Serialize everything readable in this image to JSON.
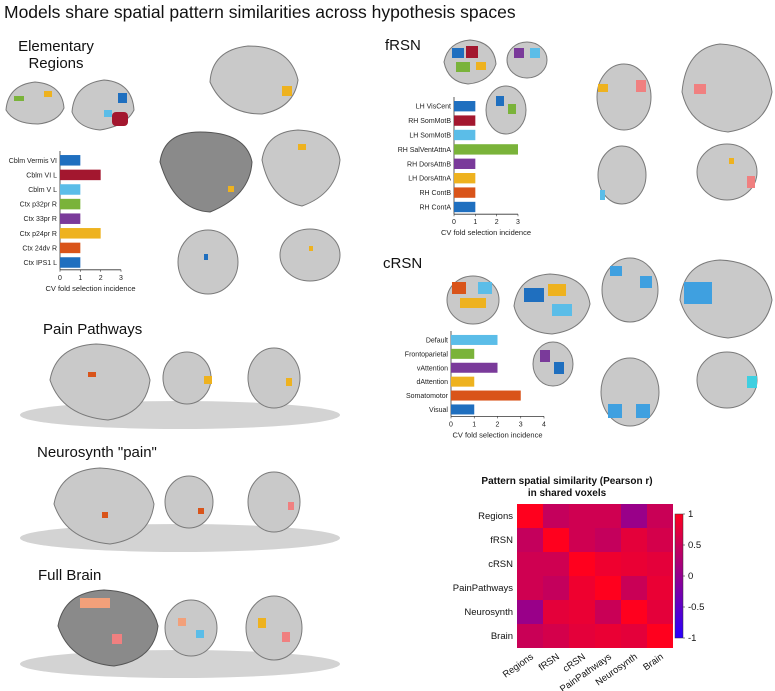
{
  "title": "Models share spatial pattern similarities across hypothesis spaces",
  "sections": {
    "elementary": "Elementary\nRegions",
    "frsn": "fRSN",
    "crsn": "cRSN",
    "pain": "Pain Pathways",
    "neurosynth": "Neurosynth \"pain\"",
    "fullbrain": "Full Brain"
  },
  "chart_data": [
    {
      "id": "elementary",
      "type": "bar",
      "orientation": "horizontal",
      "categories": [
        "Cblm Vermis VI",
        "Cblm VI L",
        "Cblm V L",
        "Ctx p32pr R",
        "Ctx 33pr R",
        "Ctx p24pr R",
        "Ctx 24dv R",
        "Ctx IPS1 L"
      ],
      "values": [
        1,
        2,
        1,
        1,
        1,
        2,
        1,
        1
      ],
      "colors": [
        "#1f6fbf",
        "#a3172f",
        "#5bbde8",
        "#7ab33a",
        "#7a3a9a",
        "#eeb21f",
        "#d9541a",
        "#1f6fbf"
      ],
      "xlabel": "CV fold selection incidence",
      "xticks": [
        "0",
        "1",
        "2",
        "3"
      ],
      "xlim": [
        0,
        3
      ]
    },
    {
      "id": "frsn",
      "type": "bar",
      "orientation": "horizontal",
      "categories": [
        "LH VisCent",
        "RH SomMotB",
        "LH SomMotB",
        "RH SalVentAttnA",
        "RH DorsAttnB",
        "LH DorsAttnA",
        "RH ContB",
        "RH ContA"
      ],
      "values": [
        1,
        1,
        1,
        3,
        1,
        1,
        1,
        1
      ],
      "colors": [
        "#1f6fbf",
        "#a3172f",
        "#5bbde8",
        "#7ab33a",
        "#7a3a9a",
        "#eeb21f",
        "#d9541a",
        "#1f6fbf"
      ],
      "xlabel": "CV fold selection incidence",
      "xticks": [
        "0",
        "1",
        "2",
        "3"
      ],
      "xlim": [
        0,
        3
      ]
    },
    {
      "id": "crsn",
      "type": "bar",
      "orientation": "horizontal",
      "categories": [
        "Default",
        "Frontoparietal",
        "vAttention",
        "dAttention",
        "Somatomotor",
        "Visual"
      ],
      "values": [
        2,
        1,
        2,
        1,
        3,
        1
      ],
      "colors": [
        "#5bbde8",
        "#7ab33a",
        "#7a3a9a",
        "#eeb21f",
        "#d9541a",
        "#1f6fbf"
      ],
      "xlabel": "CV fold selection incidence",
      "xticks": [
        "0",
        "1",
        "2",
        "3",
        "4"
      ],
      "xlim": [
        0,
        4
      ]
    },
    {
      "id": "similarity",
      "type": "heatmap",
      "title": "Pattern spatial similarity (Pearson r)\nin shared voxels",
      "rows": [
        "Regions",
        "fRSN",
        "cRSN",
        "PainPathways",
        "Neurosynth",
        "Brain"
      ],
      "cols": [
        "Regions",
        "fRSN",
        "cRSN",
        "PainPathways",
        "Neurosynth",
        "Brain"
      ],
      "values": [
        [
          1.0,
          0.45,
          0.55,
          0.55,
          0.05,
          0.5
        ],
        [
          0.45,
          1.0,
          0.55,
          0.45,
          0.75,
          0.6
        ],
        [
          0.55,
          0.55,
          1.0,
          0.85,
          0.8,
          0.75
        ],
        [
          0.55,
          0.45,
          0.85,
          1.0,
          0.5,
          0.8
        ],
        [
          0.05,
          0.75,
          0.8,
          0.5,
          1.0,
          0.75
        ],
        [
          0.5,
          0.6,
          0.75,
          0.8,
          0.75,
          1.0
        ]
      ],
      "colorbar_ticks": [
        "1",
        "0.5",
        "0",
        "-0.5",
        "-1"
      ],
      "clim": [
        -1,
        1
      ]
    }
  ]
}
